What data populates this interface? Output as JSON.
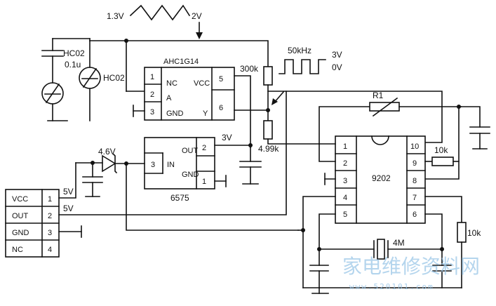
{
  "labels": {
    "v_low": "1.3V",
    "v_high": "2V",
    "hc02_a": "HC02",
    "cap_01u": "0.1u",
    "hc02_b": "HC02",
    "u1_name": "AHC1G14",
    "u1_p1": "1",
    "u1_p2": "2",
    "u1_p3": "3",
    "u1_p4": "5",
    "u1_p5": "6",
    "u1_nc": "NC",
    "u1_a": "A",
    "u1_gnd": "GND",
    "u1_vcc": "VCC",
    "u1_y": "Y",
    "r300k": "300k",
    "freq": "50kHz",
    "sq_3v": "3V",
    "sq_0v": "0V",
    "r1": "R1",
    "r499k": "4.99k",
    "out_3v": "3V",
    "u2_out": "OUT",
    "u2_in": "IN",
    "u2_gnd": "GND",
    "u2_p2": "2",
    "u2_p3": "3",
    "u2_p1": "1",
    "u2_name": "6575",
    "zener": "4.6V",
    "u3_name": "9202",
    "u3_pins": [
      "1",
      "2",
      "3",
      "4",
      "5",
      "10",
      "9",
      "8",
      "7",
      "6"
    ],
    "r10k_a": "10k",
    "r10k_b": "10k",
    "xtal": "4M",
    "conn_names": [
      "VCC",
      "OUT",
      "GND",
      "NC"
    ],
    "conn_pins": [
      "1",
      "2",
      "3",
      "4"
    ],
    "v5_a": "5V",
    "v5_b": "5V",
    "watermark_cn": "家电维修资料网",
    "watermark_url": "www.520101.com"
  }
}
